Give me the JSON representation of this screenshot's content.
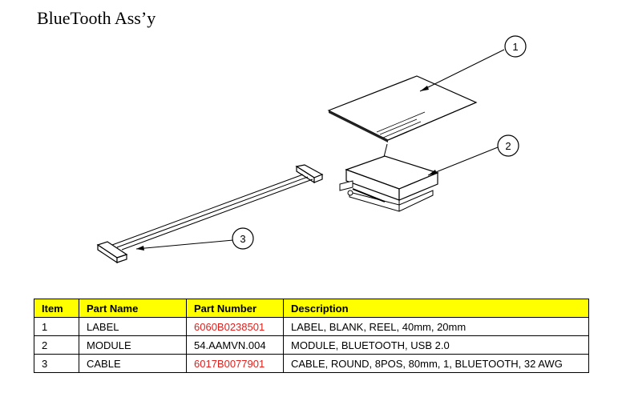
{
  "title": "BlueTooth Ass’y",
  "callouts": [
    "1",
    "2",
    "3"
  ],
  "table": {
    "headers": {
      "item": "Item",
      "part_name": "Part Name",
      "part_number": "Part Number",
      "description": "Description"
    },
    "rows": [
      {
        "item": "1",
        "part_name": "LABEL",
        "part_number": "6060B0238501",
        "description": "LABEL, BLANK, REEL, 40mm, 20mm",
        "part_number_color": "#e0201c"
      },
      {
        "item": "2",
        "part_name": "MODULE",
        "part_number": "54.AAMVN.004",
        "description": "MODULE, BLUETOOTH, USB 2.0",
        "part_number_color": "#000000"
      },
      {
        "item": "3",
        "part_name": "CABLE",
        "part_number": "6017B0077901",
        "description": "CABLE, ROUND, 8POS, 80mm, 1, BLUETOOTH, 32 AWG",
        "part_number_color": "#e0201c"
      }
    ]
  },
  "colors": {
    "header_bg": "#ffff00",
    "highlight_text": "#e0201c"
  }
}
